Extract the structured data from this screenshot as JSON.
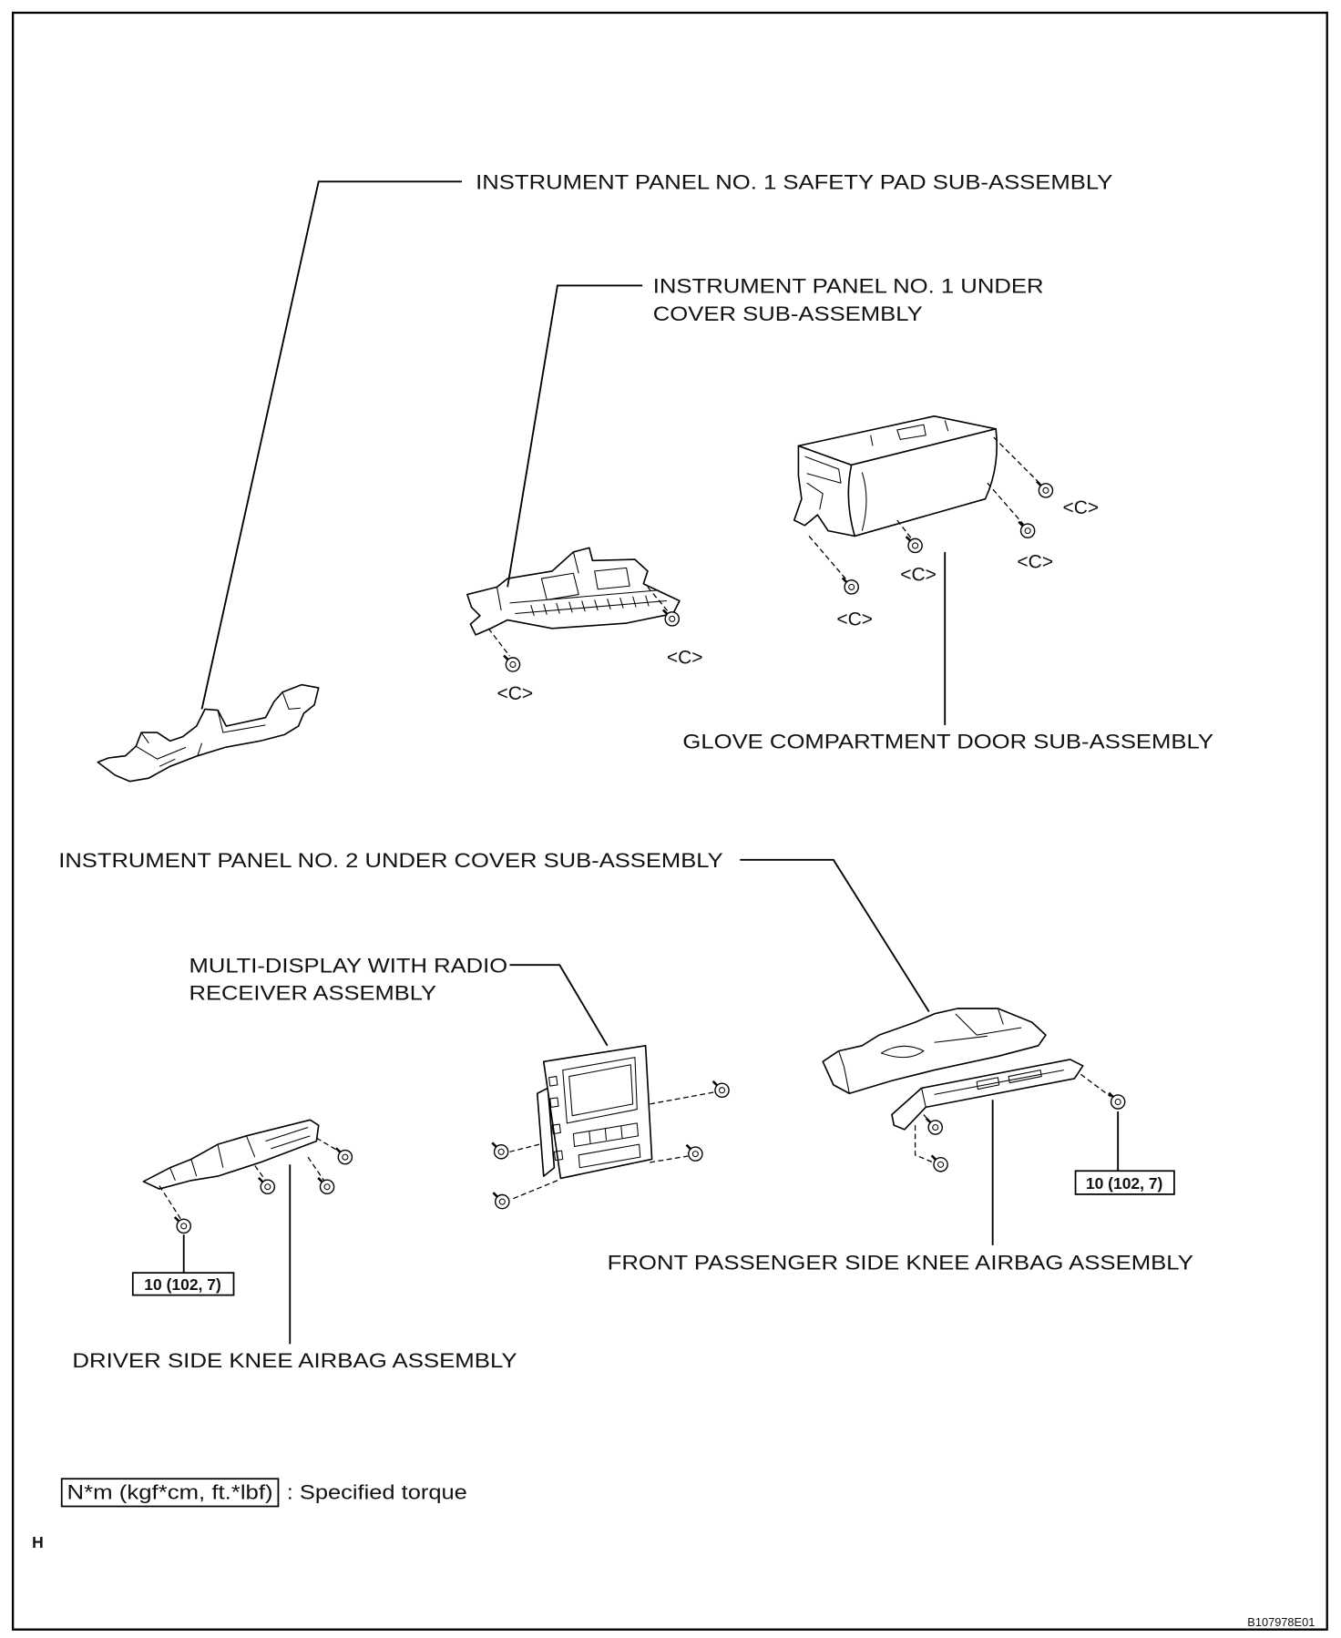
{
  "labels": {
    "safety_pad": "INSTRUMENT PANEL NO. 1 SAFETY PAD SUB-ASSEMBLY",
    "under_cover_1": [
      "INSTRUMENT PANEL NO. 1 UNDER",
      "COVER SUB-ASSEMBLY"
    ],
    "glove_door": "GLOVE COMPARTMENT DOOR SUB-ASSEMBLY",
    "under_cover_2": "INSTRUMENT PANEL NO. 2 UNDER COVER SUB-ASSEMBLY",
    "multi_display": [
      "MULTI-DISPLAY WITH RADIO",
      "RECEIVER ASSEMBLY"
    ],
    "passenger_knee_airbag": "FRONT PASSENGER SIDE KNEE AIRBAG ASSEMBLY",
    "driver_knee_airbag": "DRIVER SIDE KNEE AIRBAG ASSEMBLY"
  },
  "clip_marks": [
    "<C>",
    "<C>",
    "<C>",
    "<C>",
    "<C>",
    "<C>"
  ],
  "torque": {
    "driver": "10 (102, 7)",
    "passenger": "10 (102, 7)"
  },
  "legend": {
    "unit_box": "N*m (kgf*cm, ft.*lbf)",
    "description": ": Specified torque"
  },
  "page_marker": "H",
  "figure_id": "B107978E01"
}
